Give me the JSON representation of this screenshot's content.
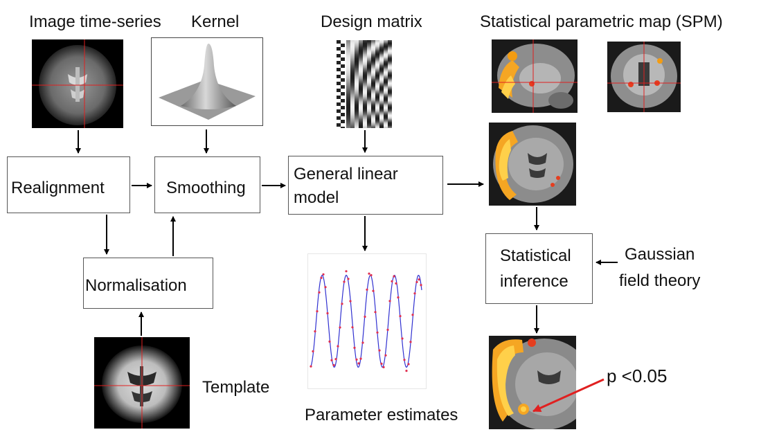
{
  "headers": {
    "image_time_series": "Image time-series",
    "kernel": "Kernel",
    "design_matrix": "Design matrix",
    "spm": "Statistical parametric map (SPM)"
  },
  "boxes": {
    "realignment": "Realignment",
    "smoothing": "Smoothing",
    "glm_line1": "General linear",
    "glm_line2": "model",
    "normalisation": "Normalisation",
    "inference_line1": "Statistical",
    "inference_line2": "inference"
  },
  "labels": {
    "gaussian_line1": "Gaussian",
    "gaussian_line2": "field theory",
    "template": "Template",
    "parameter_estimates": "Parameter estimates",
    "pvalue": "p <0.05"
  },
  "colors": {
    "activation": "#ffcc33",
    "crosshair": "#e02020",
    "fit_line": "#3030d0",
    "data_points": "#e03050"
  }
}
